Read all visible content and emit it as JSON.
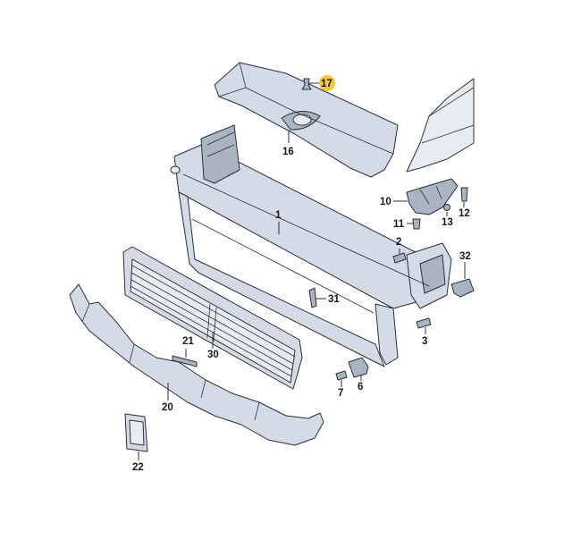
{
  "callouts": {
    "c1": "1",
    "c2": "2",
    "c3": "3",
    "c6": "6",
    "c7": "7",
    "c10": "10",
    "c11": "11",
    "c12": "12",
    "c13": "13",
    "c16": "16",
    "c17": "17",
    "c20": "20",
    "c21": "21",
    "c22": "22",
    "c30": "30",
    "c31": "31",
    "c32": "32"
  },
  "colors": {
    "highlight": "#f2c744",
    "part_fill": "#d4dbe6",
    "outline": "#2a2f38"
  }
}
